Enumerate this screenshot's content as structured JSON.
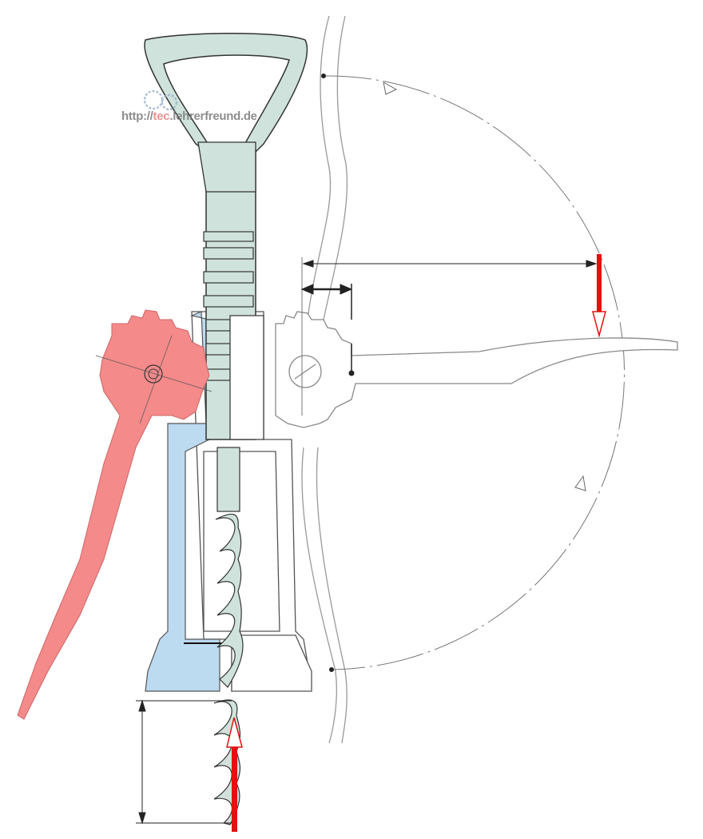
{
  "watermark": {
    "prefix": "http://",
    "highlight": "tec",
    "suffix": ".lehrerfreund.de"
  },
  "colors": {
    "handle_fill": "#cfe3dc",
    "lever_red": "#f48a8a",
    "frame_blue": "#bcdaf0",
    "force_arrow": "#e41010",
    "outline": "#333333",
    "ghost_outline": "#888888"
  },
  "icons": [
    "gear-logo-icon"
  ]
}
